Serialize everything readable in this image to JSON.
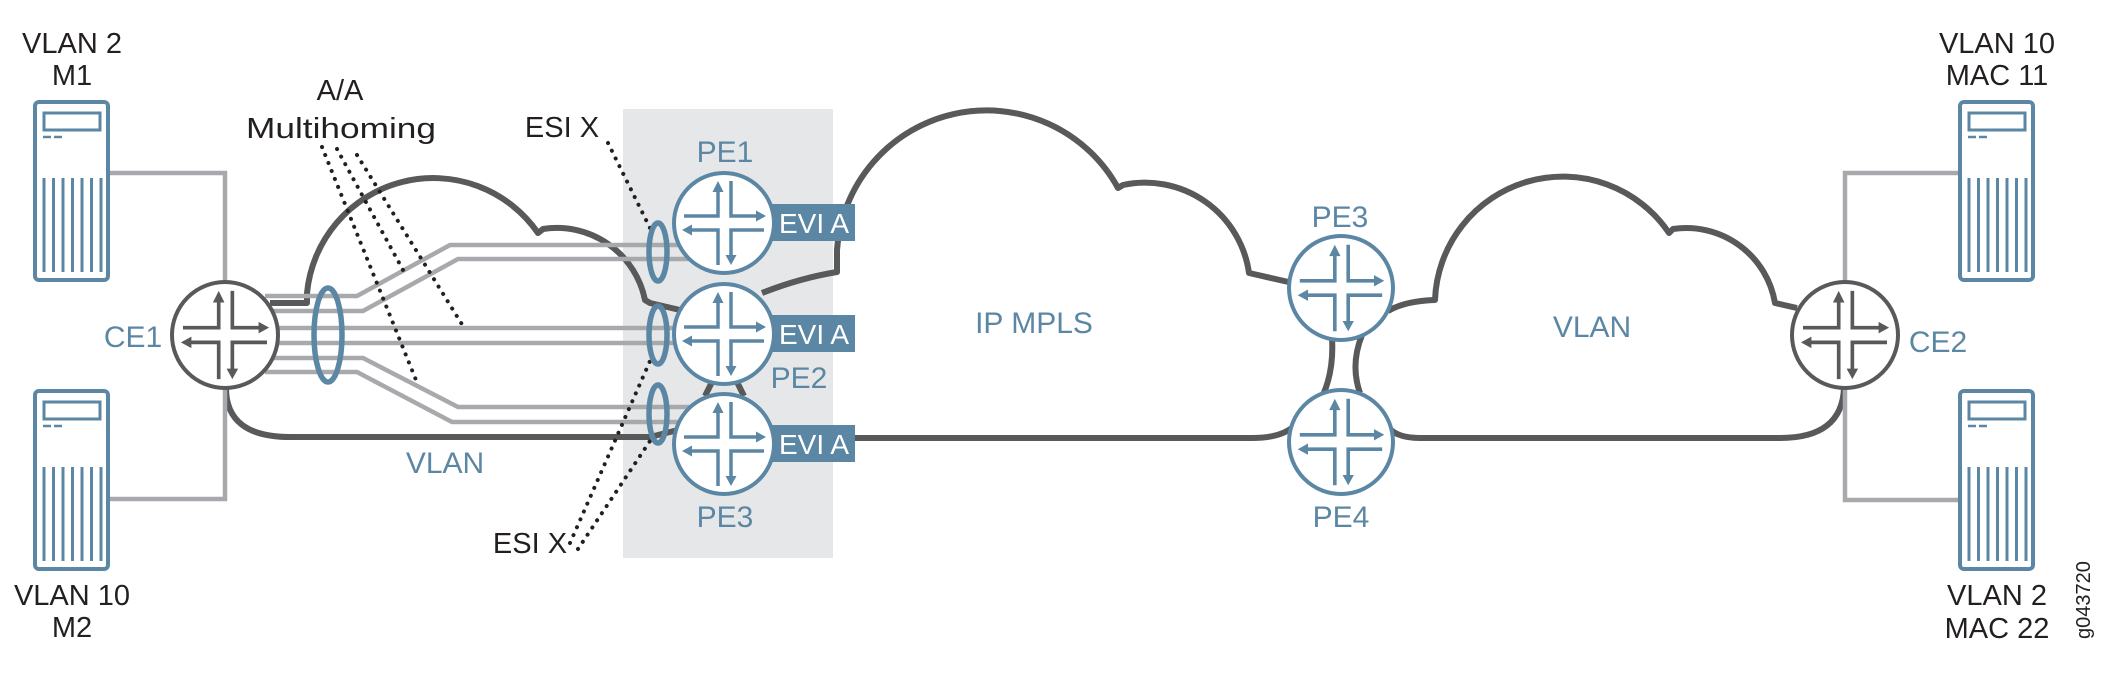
{
  "figure": {
    "id_label": "g043720"
  },
  "colors": {
    "accent_blue": "#5b87a5",
    "cloud_outline": "#58595b",
    "link_gray": "#a7a9ac",
    "highlight_box": "#e6e7e8",
    "text": "#231f20",
    "evi_text": "#ffffff"
  },
  "hosts": {
    "top_left": {
      "line1": "VLAN 2",
      "line2": "M1",
      "icon": "server-icon"
    },
    "bottom_left": {
      "line1": "VLAN 10",
      "line2": "M2",
      "icon": "server-icon"
    },
    "top_right": {
      "line1": "VLAN 10",
      "line2": "MAC 11",
      "icon": "server-icon"
    },
    "bottom_right": {
      "line1": "VLAN 2",
      "line2": "MAC 22",
      "icon": "server-icon"
    }
  },
  "routers": {
    "ce1": "CE1",
    "ce2": "CE2",
    "pe1": "PE1",
    "pe2": "PE2",
    "pe3_multihomed": "PE3",
    "pe3_remote": "PE3",
    "pe4": "PE4",
    "icon": "router-icon"
  },
  "evi": {
    "pe1": "EVI A",
    "pe2": "EVI A",
    "pe3": "EVI A"
  },
  "clouds": {
    "left": "VLAN",
    "core": "IP MPLS",
    "right": "VLAN"
  },
  "annotations": {
    "multihoming_line1": "A/A",
    "multihoming_line2": "Multihoming",
    "esi_top": "ESI X",
    "esi_bottom": "ESI X"
  }
}
